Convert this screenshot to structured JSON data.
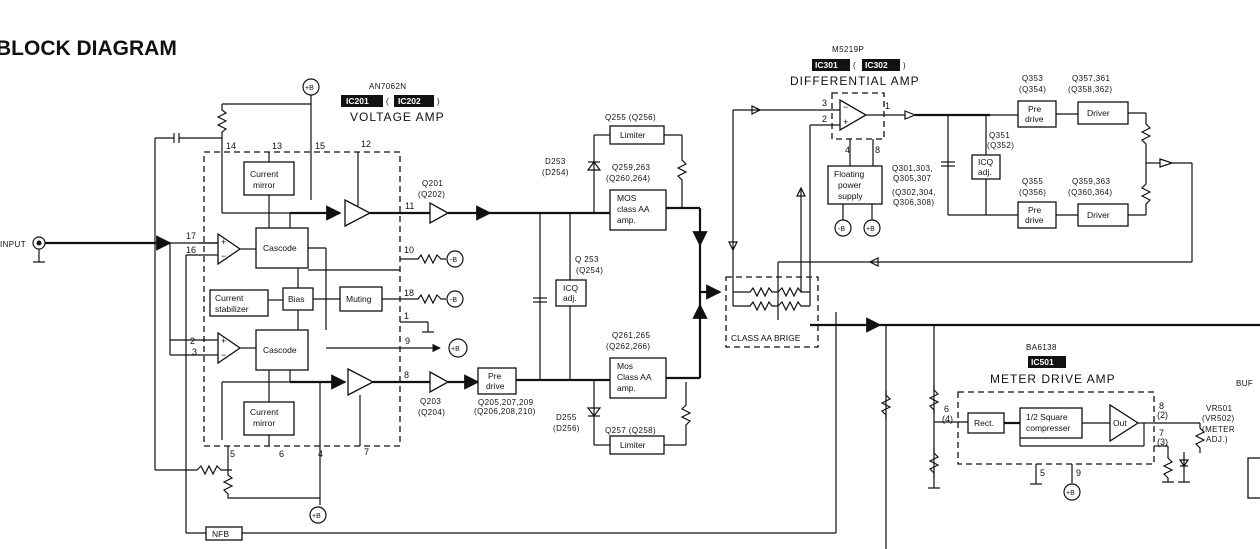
{
  "title": "BLOCK DIAGRAM",
  "input_label": "INPUT",
  "sections": {
    "voltage_amp": {
      "part": "AN7062N",
      "ic_a": "IC201",
      "open": "(",
      "ic_b": "IC202",
      "close": ")",
      "name": "VOLTAGE AMP"
    },
    "differential_amp": {
      "part": "M5219P",
      "ic_a": "IC301",
      "open": "(",
      "ic_b": "IC302",
      "close": ")",
      "name": "DIFFERENTIAL  AMP"
    },
    "meter_drive_amp": {
      "part": "BA6138",
      "ic": "IC501",
      "name": "METER DRIVE AMP"
    },
    "buf_partial": "BUF"
  },
  "blocks": {
    "current_mirror_top": [
      "Current",
      "mirror"
    ],
    "current_mirror_bottom": [
      "Current",
      "mirror"
    ],
    "cascode_top": "Cascode",
    "cascode_bottom": "Cascode",
    "current_stabilizer": [
      "Current",
      "stabilizer"
    ],
    "bias": "Bias",
    "muting": "Muting",
    "pre_drive_left": [
      "Pre",
      "drive"
    ],
    "icq_adj_left": [
      "ICQ",
      "adj."
    ],
    "limiter_top": "Limiter",
    "limiter_bottom": "Limiter",
    "mos_top": [
      "MOS",
      "class AA",
      "amp."
    ],
    "mos_bottom": [
      "Mos",
      "Class AA",
      "amp."
    ],
    "class_aa_bridge": "CLASS AA BRIGE",
    "floating_power": [
      "Floating",
      "power",
      "supply"
    ],
    "icq_adj_right": [
      "ICQ",
      "adj."
    ],
    "pre_drive_top": [
      "Pre",
      "drive"
    ],
    "pre_drive_bottom": [
      "Pre",
      "drive"
    ],
    "driver_top": "Driver",
    "driver_bottom": "Driver",
    "rect": "Rect.",
    "compressor": [
      "1/2 Square",
      "compresser"
    ],
    "out": "Out",
    "nfb": "NFB"
  },
  "transistor_labels": {
    "q201": [
      "Q201",
      "(Q202)"
    ],
    "q203": [
      "Q203",
      "(Q204)"
    ],
    "q205": [
      "Q205,207,209",
      "(Q206,208,210)"
    ],
    "d253": [
      "D253",
      "(D254)"
    ],
    "d255": [
      "D255",
      "(D256)"
    ],
    "q255": "Q255 (Q256)",
    "q259": [
      "Q259,263",
      "(Q260,264)"
    ],
    "q253": [
      "Q 253",
      "(Q254)"
    ],
    "q261": [
      "Q261,265",
      "(Q262,266)"
    ],
    "q257": "Q257 (Q258)",
    "q353": [
      "Q353",
      "(Q354)"
    ],
    "q357": [
      "Q357,361",
      "(Q358,362)"
    ],
    "q351": [
      "Q351",
      "(Q352)"
    ],
    "q301": [
      "Q301,303,",
      "Q305,307",
      "(Q302,304,",
      "Q306,308)"
    ],
    "q355": [
      "Q355",
      "(Q356)"
    ],
    "q359": [
      "Q359,363",
      "(Q360,364)"
    ],
    "vr501": [
      "VR501",
      "(VR502)",
      "(METER",
      "ADJ.)"
    ]
  },
  "pins": {
    "p14": "14",
    "p13": "13",
    "p15": "15",
    "p12": "12",
    "p11": "11",
    "p17": "17",
    "p16": "16",
    "p10": "10",
    "p18": "18",
    "p1": "1",
    "p2": "2",
    "p3": "3",
    "p9": "9",
    "p8": "8",
    "p5": "5",
    "p6": "6",
    "p4": "4",
    "p7": "7",
    "d3": "3",
    "d2": "2",
    "d1": "1",
    "d4": "4",
    "d8": "8",
    "m6": "6",
    "m4": "(4)",
    "m8": "8",
    "m2": "(2)",
    "m7": "7",
    "m3": "(3)",
    "m5": "5",
    "m9": "9"
  },
  "power_symbols": {
    "plus_b": "+B",
    "minus_b": "-B"
  }
}
